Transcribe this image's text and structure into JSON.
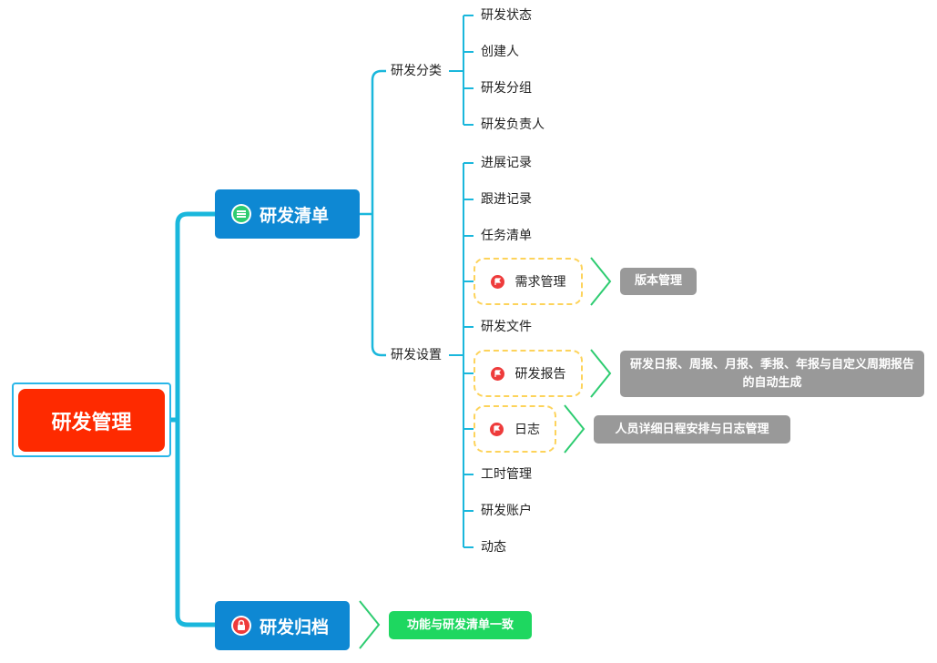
{
  "root": {
    "label": "研发管理"
  },
  "branches": [
    {
      "label": "研发清单",
      "icon": "list-icon",
      "groups": [
        {
          "label": "研发分类",
          "items": [
            "研发状态",
            "创建人",
            "研发分组",
            "研发负责人"
          ]
        },
        {
          "label": "研发设置",
          "items": [
            {
              "label": "进展记录"
            },
            {
              "label": "跟进记录"
            },
            {
              "label": "任务清单"
            },
            {
              "label": "需求管理",
              "flag": true,
              "note": "版本管理"
            },
            {
              "label": "研发文件"
            },
            {
              "label": "研发报告",
              "flag": true,
              "note": "研发日报、周报、月报、季报、年报与自定义周期报告的自动生成"
            },
            {
              "label": "日志",
              "flag": true,
              "note": "人员详细日程安排与日志管理"
            },
            {
              "label": "工时管理"
            },
            {
              "label": "研发账户"
            },
            {
              "label": "动态"
            }
          ]
        }
      ]
    },
    {
      "label": "研发归档",
      "icon": "lock-icon",
      "note": "功能与研发清单一致"
    }
  ],
  "colors": {
    "root": "#fe2a00",
    "main_topic": "#0e88d3",
    "connector": "#1ab7dc",
    "flag": "#ee3b3b",
    "dashed_border": "#fdd35a",
    "note_gray": "#999999",
    "note_green": "#1ed760",
    "callout_line": "#2ecc71"
  }
}
